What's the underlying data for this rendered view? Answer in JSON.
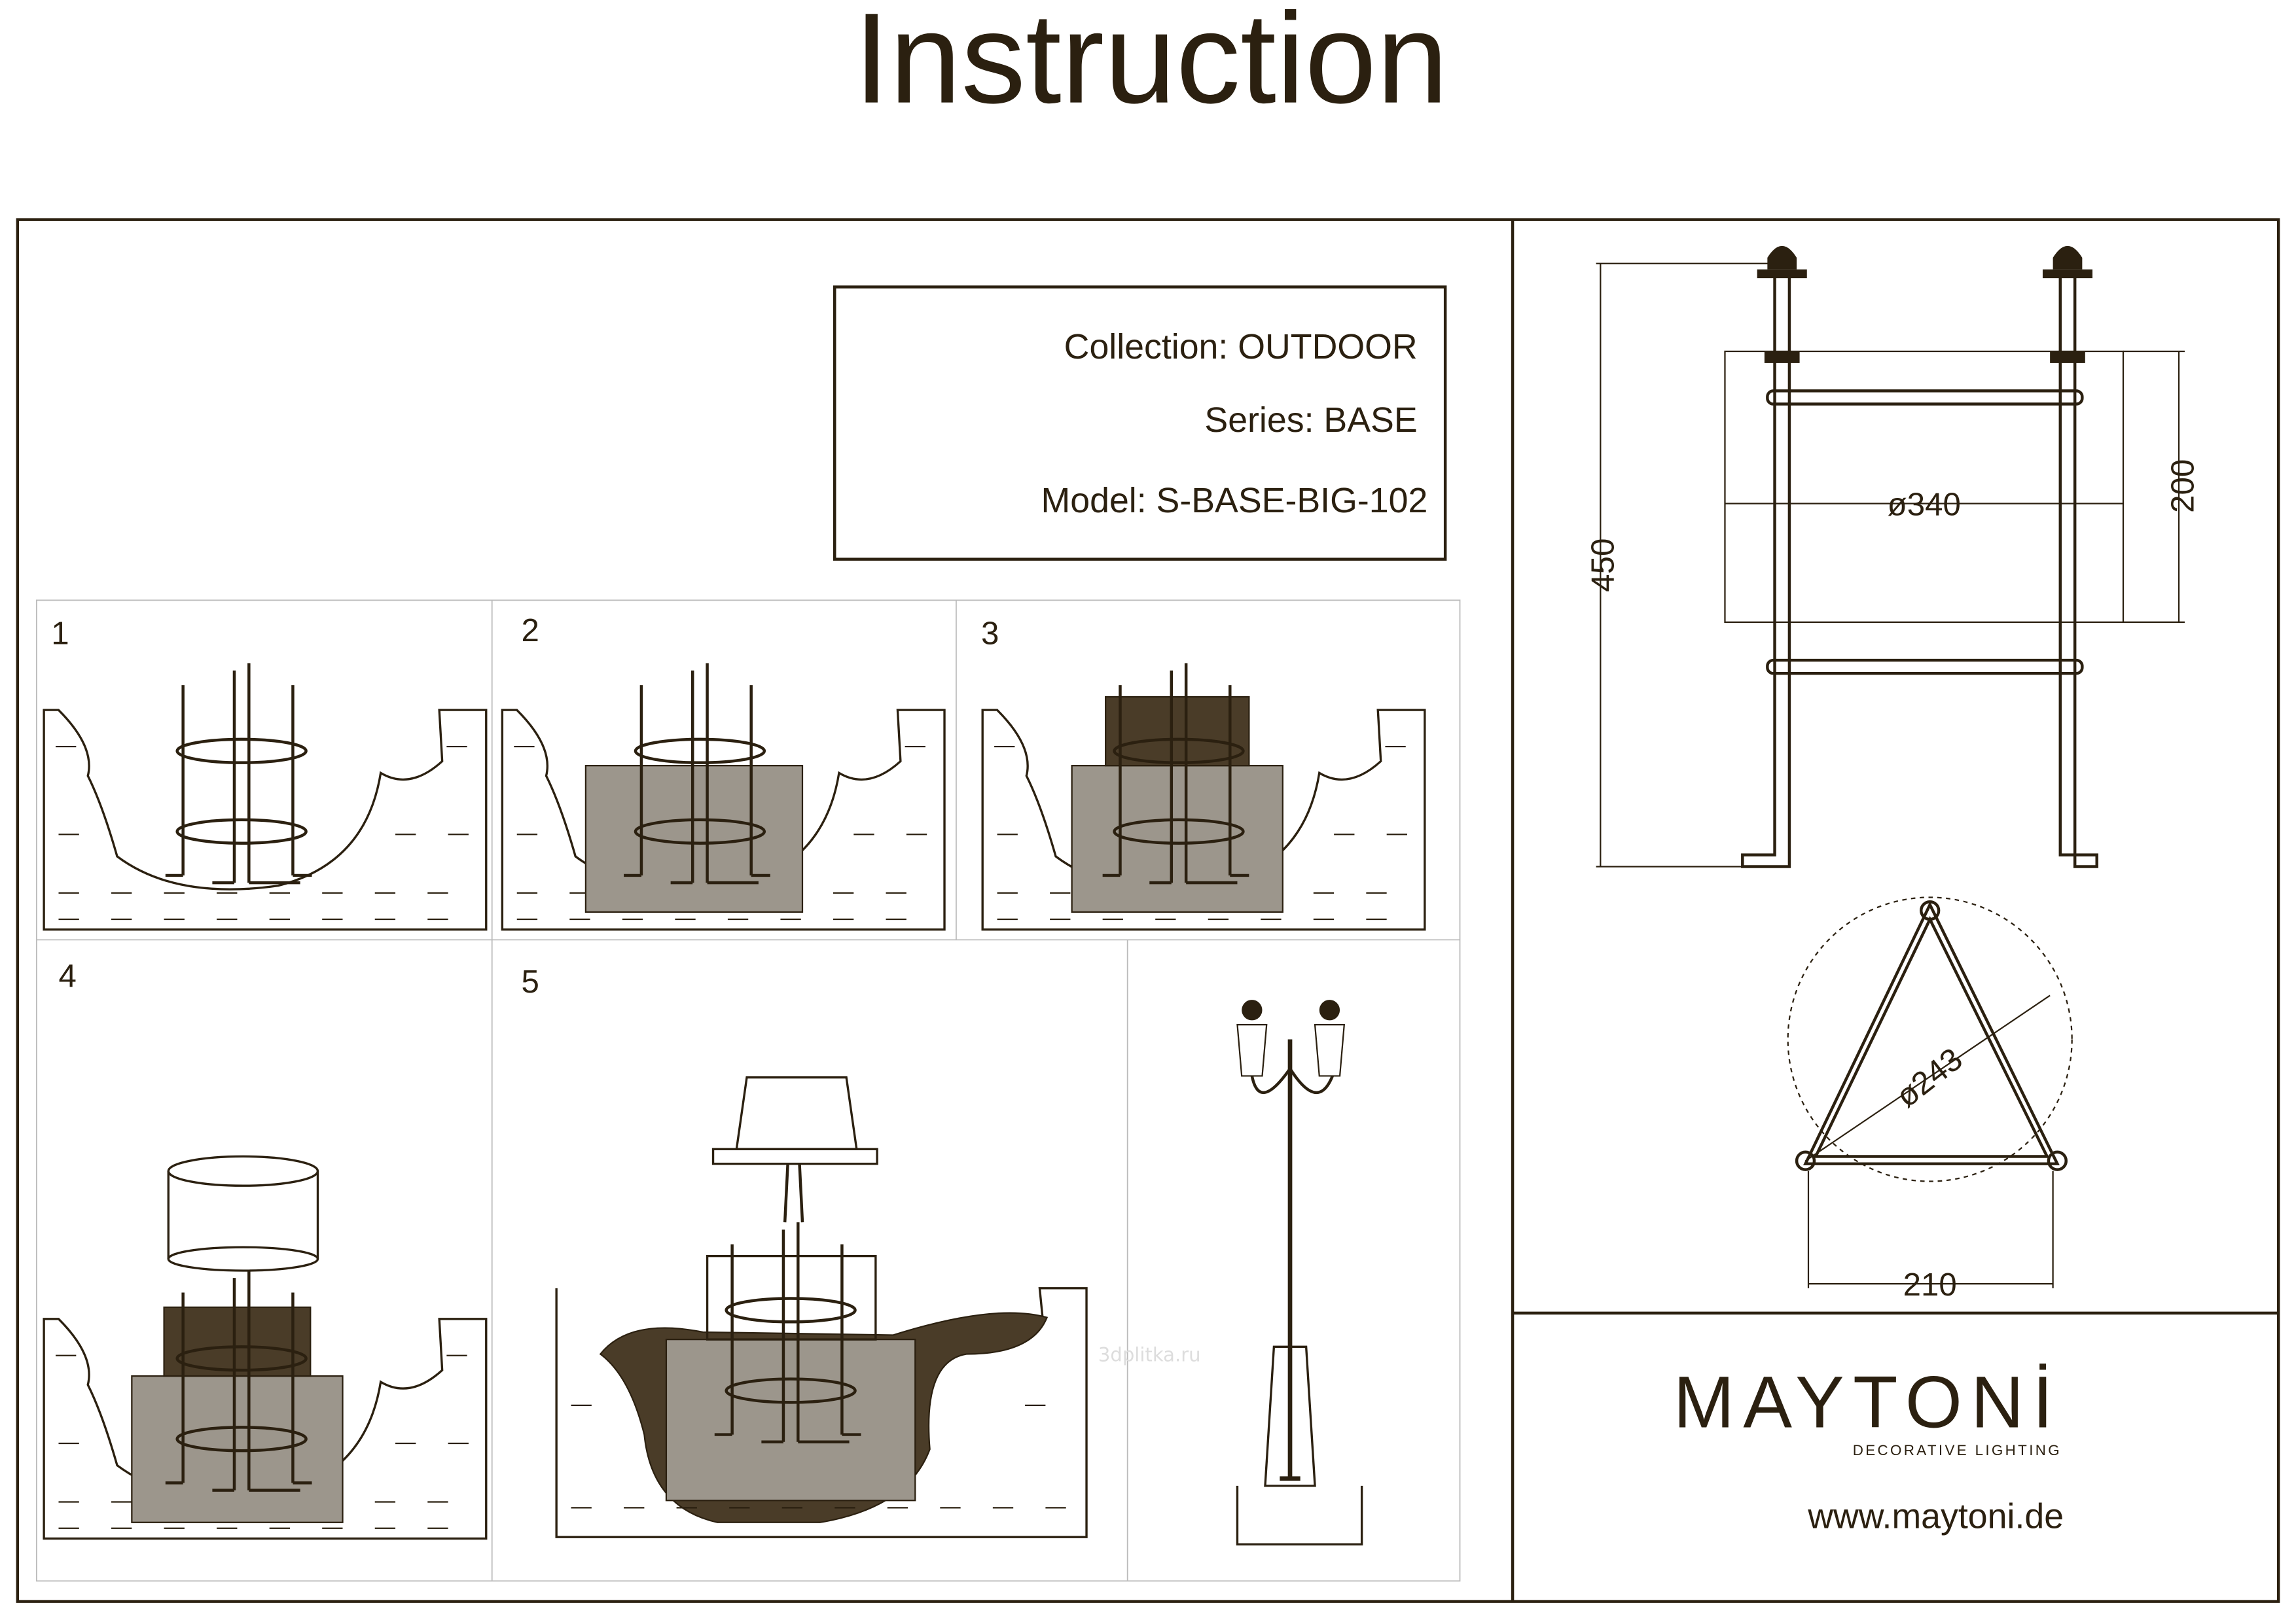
{
  "title": "Instruction",
  "info": {
    "collection": "Collection: OUTDOOR",
    "series": "Series: BASE",
    "model": "Model: S-BASE-BIG-102"
  },
  "steps": [
    {
      "number": "1"
    },
    {
      "number": "2"
    },
    {
      "number": "3"
    },
    {
      "number": "4"
    },
    {
      "number": "5"
    }
  ],
  "dimensions": {
    "height": "450",
    "diameter": "ø340",
    "depth": "200",
    "ring_diameter": "ø243",
    "bolt_spacing": "210"
  },
  "brand": {
    "logo": "MAYTONİ",
    "tagline": "DECORATIVE LIGHTING",
    "url": "www.maytoni.de"
  },
  "watermark": "3dplitka.ru",
  "colors": {
    "ink": "#2b2010",
    "concrete": "#9c968c",
    "gravel": "#4a3c28"
  }
}
